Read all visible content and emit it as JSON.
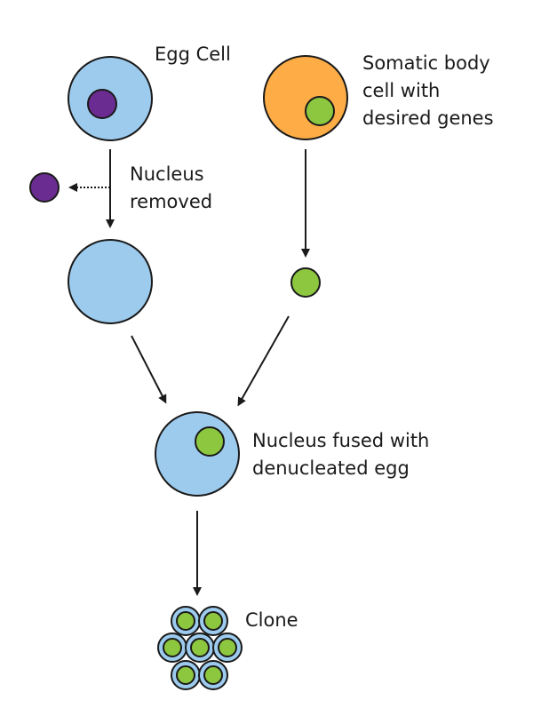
{
  "labels": {
    "egg_cell": "Egg Cell",
    "somatic_line1": "Somatic body",
    "somatic_line2": "cell with",
    "somatic_line3": "desired genes",
    "nucleus_removed_line1": "Nucleus",
    "nucleus_removed_line2": "removed",
    "fused_line1": "Nucleus fused with",
    "fused_line2": "denucleated egg",
    "clone": "Clone"
  },
  "colors": {
    "egg_cell": "#9dcbee",
    "somatic_cell": "#fdac46",
    "egg_nucleus": "#6a2c91",
    "somatic_nucleus": "#8dc63f",
    "outline": "#1a1a1a",
    "text": "#1a1a1a",
    "background": "#ffffff"
  },
  "icons": {
    "egg_cell": "egg-cell-icon",
    "somatic_cell": "somatic-cell-icon",
    "removed_nucleus": "removed-nucleus-icon",
    "enucleated_egg": "enucleated-egg-icon",
    "donor_nucleus": "donor-nucleus-icon",
    "fused_cell": "fused-cell-icon",
    "clone_cluster": "clone-cluster-icon"
  }
}
